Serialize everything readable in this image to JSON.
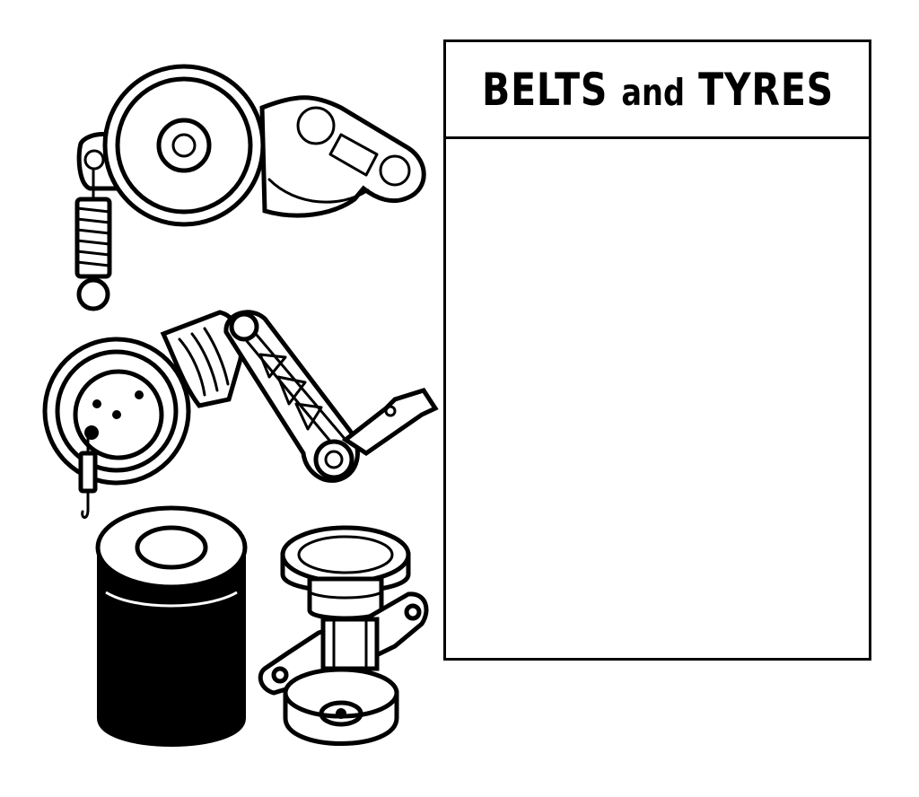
{
  "sign": {
    "title_part1": "BELTS",
    "title_part2": "and",
    "title_part3": "TYRES"
  },
  "icons": [
    "belt-tensioner-pulley-with-spring",
    "idler-pulley-with-arm",
    "oil-filter",
    "water-pump-pulley"
  ],
  "colors": {
    "ink": "#000000",
    "paper": "#ffffff"
  }
}
